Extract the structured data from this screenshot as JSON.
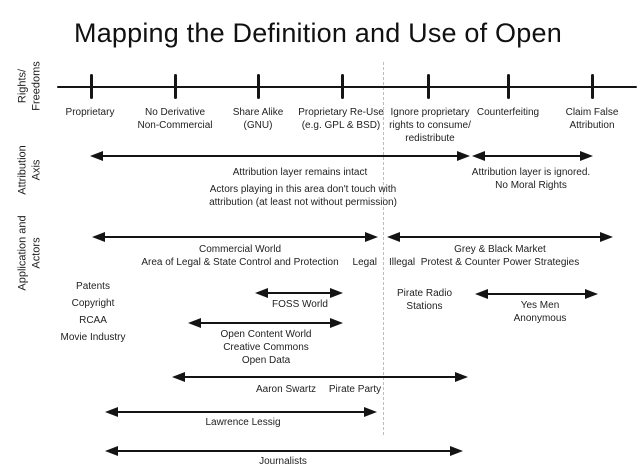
{
  "title": "Mapping the Definition and Use of Open",
  "side_labels": {
    "rights": "Rights/\nFreedoms",
    "attribution": "Attribution\nAxis",
    "application": "Application and\nActors"
  },
  "rights_axis": {
    "ticks": [
      {
        "label": "Proprietary"
      },
      {
        "label": "No Derivative\nNon-Commercial"
      },
      {
        "label": "Share Alike\n(GNU)"
      },
      {
        "label": "Proprietary Re-Use\n(e.g. GPL & BSD)"
      },
      {
        "label": "Ignore proprietary\nrights to consume/\nredistribute"
      },
      {
        "label": "Counterfeiting"
      },
      {
        "label": "Claim False\nAttribution"
      }
    ]
  },
  "attribution_axis": {
    "left_arrow_label": "Attribution layer remains intact",
    "left_arrow_note": "Actors playing in this area don't touch with\nattribution (at least not without permission)",
    "right_arrow_label": "Attribution layer is ignored.\nNo Moral Rights"
  },
  "application_axis": {
    "left_arrow_label": "Commercial World\nArea of Legal & State Control and Protection",
    "legal": "Legal",
    "illegal": "Illegal",
    "right_arrow_label": "Grey & Black Market\nProtest & Counter Power Strategies"
  },
  "actors": {
    "left_list": [
      "Patents",
      "Copyright",
      "RCAA",
      "Movie Industry"
    ],
    "foss": "FOSS World",
    "open_content": "Open Content World\nCreative Commons\nOpen Data",
    "pirate_radio": "Pirate Radio\nStations",
    "yes_men": "Yes Men\nAnonymous",
    "aaron_swartz": "Aaron Swartz",
    "pirate_party": "Pirate Party",
    "lawrence_lessig": "Lawrence Lessig",
    "journalists": "Journalists"
  }
}
